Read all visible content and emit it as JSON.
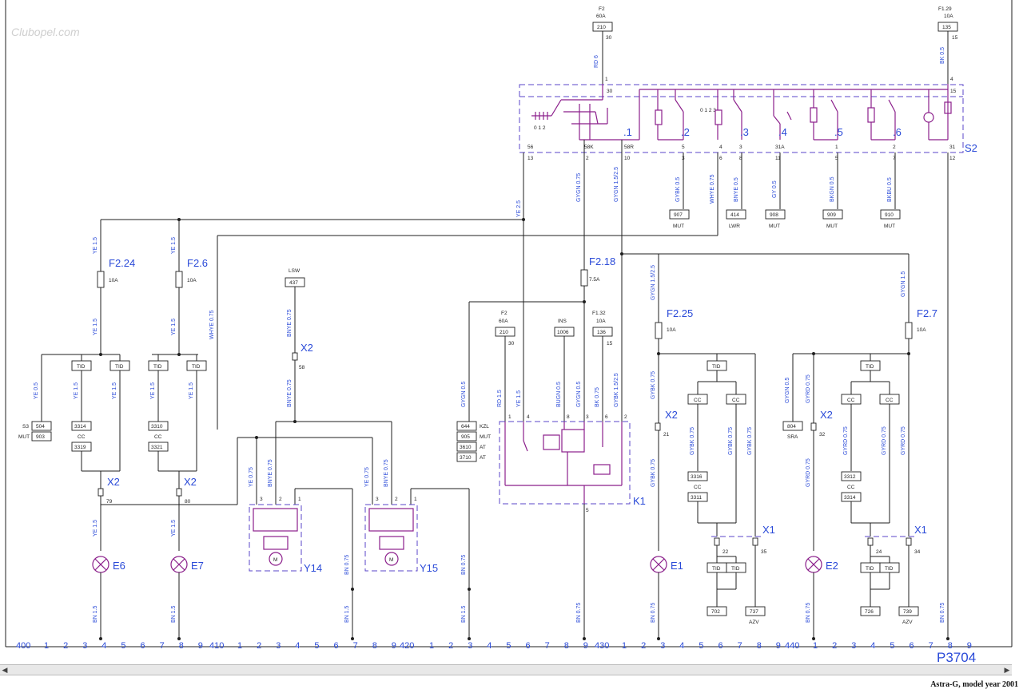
{
  "watermark": "Clubopel.com",
  "page_code": "P3704",
  "footer": "Astra-G, model year 2001",
  "ruler": {
    "major": [
      "400",
      "410",
      "420",
      "430",
      "440"
    ],
    "minor": [
      "1",
      "2",
      "3",
      "4",
      "5",
      "6",
      "7",
      "8",
      "9"
    ]
  },
  "components": {
    "S2": "S2",
    "K1": "K1",
    "Y14": "Y14",
    "Y15": "Y15",
    "E6": "E6",
    "E7": "E7",
    "E1": "E1",
    "E2": "E2",
    "X1a": "X1",
    "X1b": "X1",
    "X2a": "X2",
    "X2b": "X2",
    "X2c": "X2",
    "X2d": "X2",
    "X2e": "X2"
  },
  "fuses": {
    "F2_24": "F2.24",
    "F2_6": "F2.6",
    "F2_18": "F2.18",
    "F2_25": "F2.25",
    "F2_7": "F2.7",
    "amp_10": "10A",
    "amp_75": "7.5A",
    "amp_60": "60A"
  },
  "top": {
    "f2": "F2",
    "f2_amp": "60A",
    "f2_box": "210",
    "f2_pin": "30",
    "f129": "F1.29",
    "f129_amp": "10A",
    "f129_box": "135",
    "f129_pin": "15"
  },
  "s2": {
    "sections": [
      ".1",
      ".2",
      ".3",
      ".4",
      ".5",
      ".6"
    ],
    "pos_012": "0 1 2",
    "pos_0123": "0 1 2 3",
    "pins": [
      "56",
      "58K",
      "58R",
      "5",
      "4",
      "3",
      "31A",
      "1",
      "2",
      "31",
      "13",
      "2",
      "10",
      "3",
      "6",
      "8",
      "11",
      "5",
      "7",
      "12",
      "1",
      "30",
      "4",
      "15"
    ]
  },
  "wires": {
    "rd6": "RD 6",
    "bk05": "BK 0.5",
    "ye25": "YE 2.5",
    "gygn075": "GYGN 0.75",
    "gygn15_25": "GYGN 1.5/2.5",
    "gybk05": "GYBK 0.5",
    "whye075": "WHYE 0.75",
    "bnye05": "BNYE 0.5",
    "gy05": "GY 0.5",
    "bkgn05": "BKGN 0.5",
    "bkbu05": "BKBU 0.5",
    "ye15": "YE 1.5",
    "ye05": "YE 0.5",
    "bnye075": "BNYE 0.75",
    "ye075": "YE 0.75",
    "bn075": "BN 0.75",
    "bn15": "BN 1.5",
    "gygn05": "GYGN 0.5",
    "rd15": "RD 1.5",
    "bugn05": "BUGN 0.5",
    "bk075": "BK 0.75",
    "gybk15_25": "GYBK 1.5/2.5",
    "gybk075": "GYBK 0.75",
    "gyrd075": "GYRD 0.75",
    "gygn15": "GYGN 1.5"
  },
  "boxes": {
    "b907": "907",
    "b414": "414",
    "b908": "908",
    "b909": "909",
    "b910": "910",
    "mut": "MUT",
    "lwr": "LWR",
    "b437": "437",
    "lsw": "LSW",
    "b504": "504",
    "b903": "903",
    "s3": "S3",
    "b3314": "3314",
    "b3319": "3319",
    "b3310": "3310",
    "b3321": "3321",
    "cc": "CC",
    "tid": "TID",
    "b210": "210",
    "b1006": "1006",
    "ins": "INS",
    "b136": "136",
    "f132": "F1.32",
    "b644": "644",
    "b905": "905",
    "b3610": "3610",
    "b3710": "3710",
    "kzl": "KZL",
    "at": "AT",
    "b3316": "3316",
    "b3311": "3311",
    "b804": "804",
    "sra": "SRA",
    "b3312": "3312",
    "b3314b": "3314",
    "b702": "702",
    "b737": "737",
    "b726": "726",
    "b739": "739",
    "azv": "AZV"
  },
  "pins_misc": {
    "p79": "79",
    "p80": "80",
    "p58": "58",
    "p21": "21",
    "p32": "32",
    "p22": "22",
    "p35": "35",
    "p24": "24",
    "p34": "34"
  }
}
